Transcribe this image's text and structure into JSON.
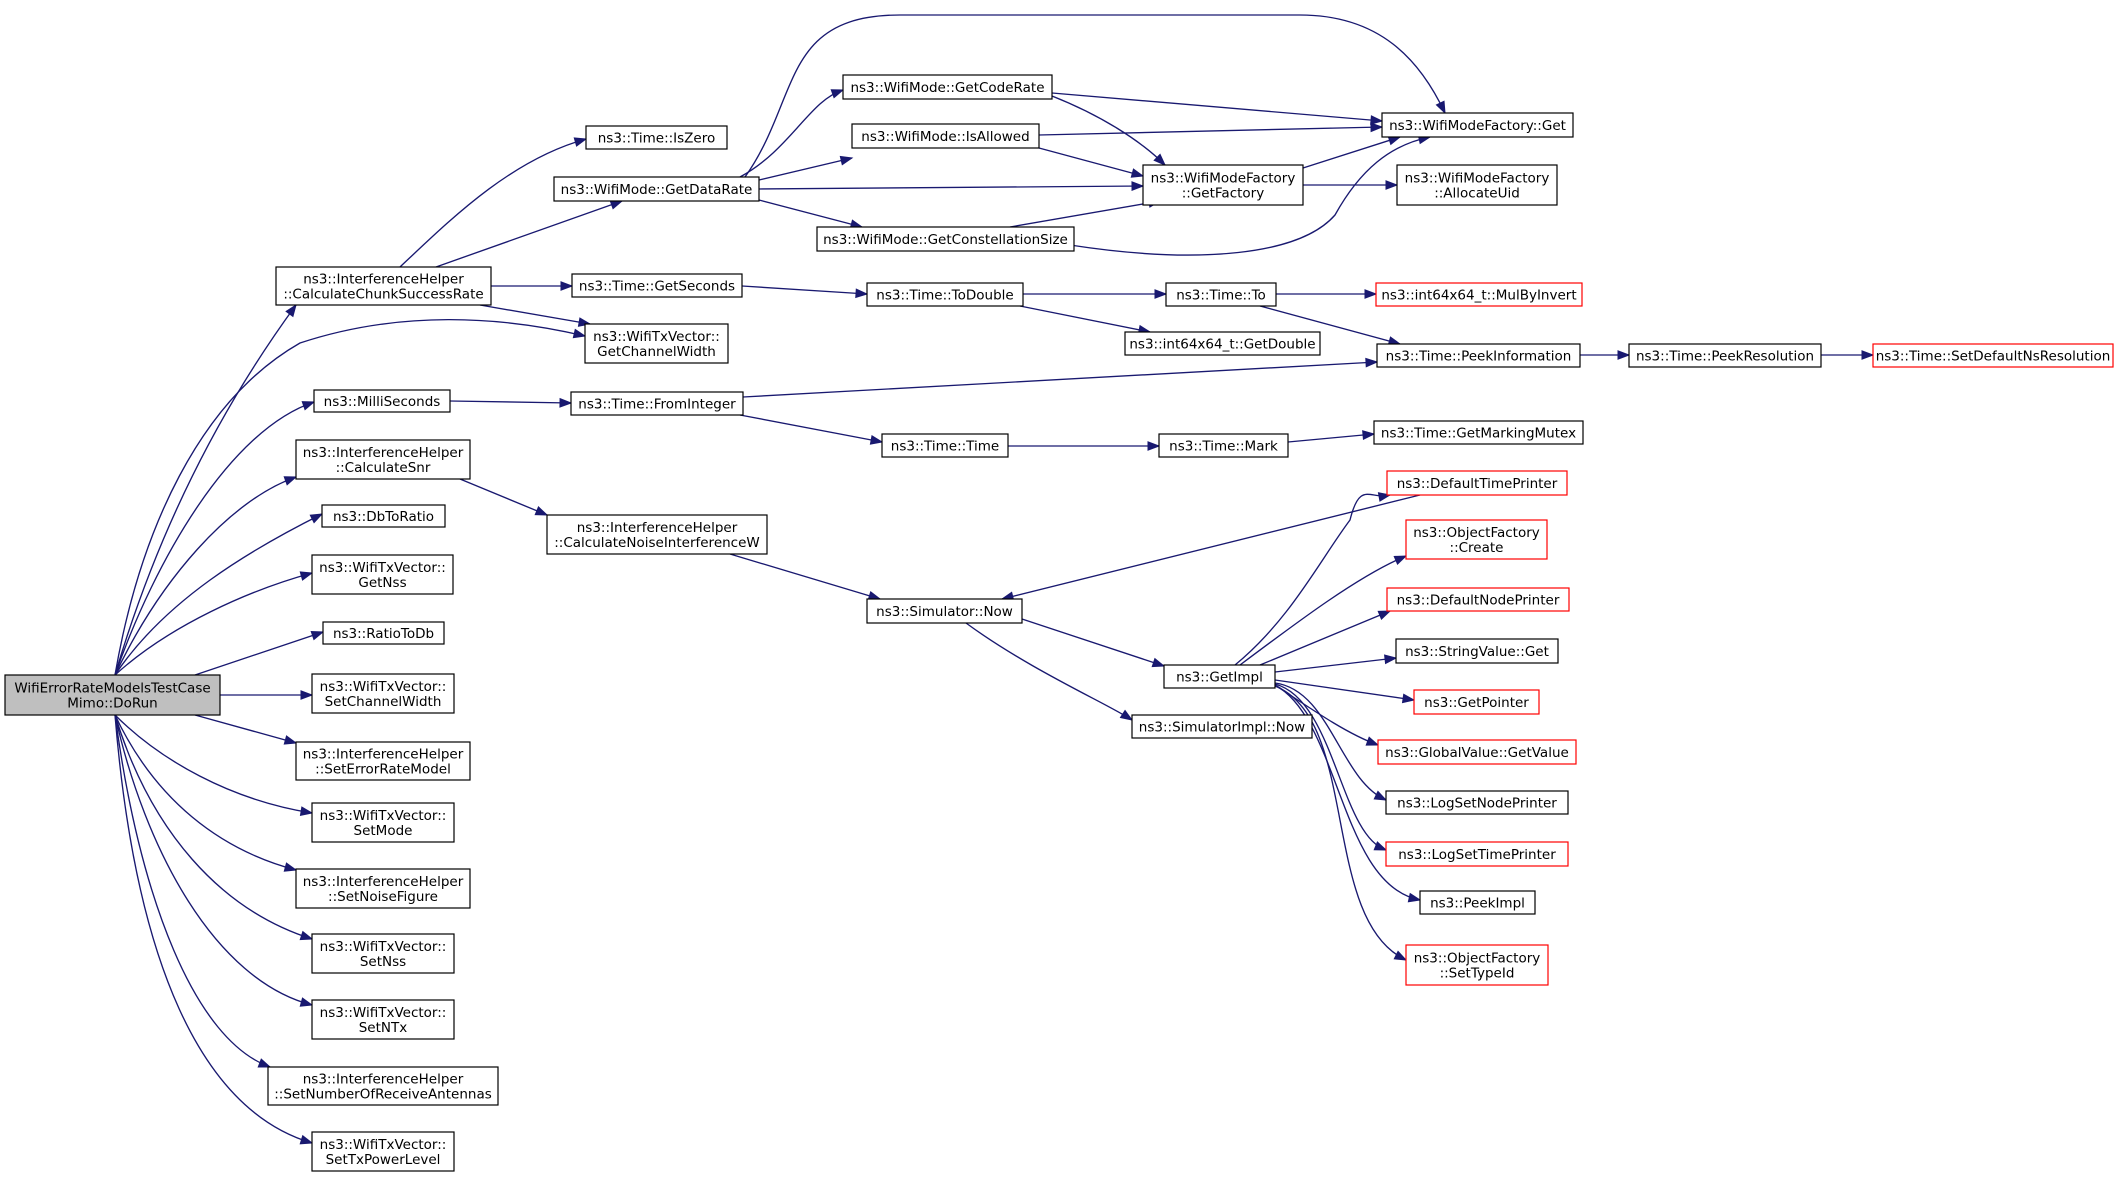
{
  "nodes": [
    {
      "id": "root",
      "lines": [
        "WifiErrorRateModelsTestCase",
        "Mimo::DoRun"
      ],
      "variant": "root"
    },
    {
      "id": "calcChunk",
      "lines": [
        "ns3::InterferenceHelper",
        "::CalculateChunkSuccessRate"
      ],
      "variant": "normal"
    },
    {
      "id": "getChannelWidth",
      "lines": [
        "ns3::WifiTxVector::",
        "GetChannelWidth"
      ],
      "variant": "normal"
    },
    {
      "id": "milliSeconds",
      "lines": [
        "ns3::MilliSeconds"
      ],
      "variant": "normal"
    },
    {
      "id": "calcSnr",
      "lines": [
        "ns3::InterferenceHelper",
        "::CalculateSnr"
      ],
      "variant": "normal"
    },
    {
      "id": "dbToRatio",
      "lines": [
        "ns3::DbToRatio"
      ],
      "variant": "normal"
    },
    {
      "id": "getNss",
      "lines": [
        "ns3::WifiTxVector::",
        "GetNss"
      ],
      "variant": "normal"
    },
    {
      "id": "ratioToDb",
      "lines": [
        "ns3::RatioToDb"
      ],
      "variant": "normal"
    },
    {
      "id": "setChannelWidth",
      "lines": [
        "ns3::WifiTxVector::",
        "SetChannelWidth"
      ],
      "variant": "normal"
    },
    {
      "id": "setErrorRateModel",
      "lines": [
        "ns3::InterferenceHelper",
        "::SetErrorRateModel"
      ],
      "variant": "normal"
    },
    {
      "id": "setMode",
      "lines": [
        "ns3::WifiTxVector::",
        "SetMode"
      ],
      "variant": "normal"
    },
    {
      "id": "setNoiseFigure",
      "lines": [
        "ns3::InterferenceHelper",
        "::SetNoiseFigure"
      ],
      "variant": "normal"
    },
    {
      "id": "setNss",
      "lines": [
        "ns3::WifiTxVector::",
        "SetNss"
      ],
      "variant": "normal"
    },
    {
      "id": "setNTx",
      "lines": [
        "ns3::WifiTxVector::",
        "SetNTx"
      ],
      "variant": "normal"
    },
    {
      "id": "setNumRx",
      "lines": [
        "ns3::InterferenceHelper",
        "::SetNumberOfReceiveAntennas"
      ],
      "variant": "normal"
    },
    {
      "id": "setTxPowerLevel",
      "lines": [
        "ns3::WifiTxVector::",
        "SetTxPowerLevel"
      ],
      "variant": "normal"
    },
    {
      "id": "isZero",
      "lines": [
        "ns3::Time::IsZero"
      ],
      "variant": "normal"
    },
    {
      "id": "getDataRate",
      "lines": [
        "ns3::WifiMode::GetDataRate"
      ],
      "variant": "normal"
    },
    {
      "id": "getSeconds",
      "lines": [
        "ns3::Time::GetSeconds"
      ],
      "variant": "normal"
    },
    {
      "id": "fromInteger",
      "lines": [
        "ns3::Time::FromInteger"
      ],
      "variant": "normal"
    },
    {
      "id": "calcNoise",
      "lines": [
        "ns3::InterferenceHelper",
        "::CalculateNoiseInterferenceW"
      ],
      "variant": "normal"
    },
    {
      "id": "getCodeRate",
      "lines": [
        "ns3::WifiMode::GetCodeRate"
      ],
      "variant": "normal"
    },
    {
      "id": "isAllowed",
      "lines": [
        "ns3::WifiMode::IsAllowed"
      ],
      "variant": "normal"
    },
    {
      "id": "getConstSize",
      "lines": [
        "ns3::WifiMode::GetConstellationSize"
      ],
      "variant": "normal"
    },
    {
      "id": "toDouble",
      "lines": [
        "ns3::Time::ToDouble"
      ],
      "variant": "normal"
    },
    {
      "id": "timeTime",
      "lines": [
        "ns3::Time::Time"
      ],
      "variant": "normal"
    },
    {
      "id": "simNow",
      "lines": [
        "ns3::Simulator::Now"
      ],
      "variant": "normal"
    },
    {
      "id": "getFactory",
      "lines": [
        "ns3::WifiModeFactory",
        "::GetFactory"
      ],
      "variant": "normal"
    },
    {
      "id": "timeTo",
      "lines": [
        "ns3::Time::To"
      ],
      "variant": "normal"
    },
    {
      "id": "getDouble",
      "lines": [
        "ns3::int64x64_t::GetDouble"
      ],
      "variant": "normal"
    },
    {
      "id": "timeMark",
      "lines": [
        "ns3::Time::Mark"
      ],
      "variant": "normal"
    },
    {
      "id": "getImpl",
      "lines": [
        "ns3::GetImpl"
      ],
      "variant": "normal"
    },
    {
      "id": "simImplNow",
      "lines": [
        "ns3::SimulatorImpl::Now"
      ],
      "variant": "normal"
    },
    {
      "id": "wmfGet",
      "lines": [
        "ns3::WifiModeFactory::Get"
      ],
      "variant": "normal"
    },
    {
      "id": "allocateUid",
      "lines": [
        "ns3::WifiModeFactory",
        "::AllocateUid"
      ],
      "variant": "normal"
    },
    {
      "id": "mulByInvert",
      "lines": [
        "ns3::int64x64_t::MulByInvert"
      ],
      "variant": "red"
    },
    {
      "id": "peekInfo",
      "lines": [
        "ns3::Time::PeekInformation"
      ],
      "variant": "normal"
    },
    {
      "id": "getMarkingMutex",
      "lines": [
        "ns3::Time::GetMarkingMutex"
      ],
      "variant": "normal"
    },
    {
      "id": "defTimePrinter",
      "lines": [
        "ns3::DefaultTimePrinter"
      ],
      "variant": "red"
    },
    {
      "id": "ofCreate",
      "lines": [
        "ns3::ObjectFactory",
        "::Create"
      ],
      "variant": "red"
    },
    {
      "id": "defNodePrinter",
      "lines": [
        "ns3::DefaultNodePrinter"
      ],
      "variant": "red"
    },
    {
      "id": "stringValueGet",
      "lines": [
        "ns3::StringValue::Get"
      ],
      "variant": "normal"
    },
    {
      "id": "getPointer",
      "lines": [
        "ns3::GetPointer"
      ],
      "variant": "red"
    },
    {
      "id": "gvGetValue",
      "lines": [
        "ns3::GlobalValue::GetValue"
      ],
      "variant": "red"
    },
    {
      "id": "logSetNode",
      "lines": [
        "ns3::LogSetNodePrinter"
      ],
      "variant": "normal"
    },
    {
      "id": "logSetTime",
      "lines": [
        "ns3::LogSetTimePrinter"
      ],
      "variant": "red"
    },
    {
      "id": "peekImpl",
      "lines": [
        "ns3::PeekImpl"
      ],
      "variant": "normal"
    },
    {
      "id": "ofSetTypeId",
      "lines": [
        "ns3::ObjectFactory",
        "::SetTypeId"
      ],
      "variant": "red"
    },
    {
      "id": "peekRes",
      "lines": [
        "ns3::Time::PeekResolution"
      ],
      "variant": "normal"
    },
    {
      "id": "setDefNsRes",
      "lines": [
        "ns3::Time::SetDefaultNsResolution"
      ],
      "variant": "red"
    }
  ],
  "edges": [
    [
      "root",
      "calcChunk"
    ],
    [
      "root",
      "getChannelWidth"
    ],
    [
      "root",
      "milliSeconds"
    ],
    [
      "root",
      "calcSnr"
    ],
    [
      "root",
      "dbToRatio"
    ],
    [
      "root",
      "getNss"
    ],
    [
      "root",
      "ratioToDb"
    ],
    [
      "root",
      "setChannelWidth"
    ],
    [
      "root",
      "setErrorRateModel"
    ],
    [
      "root",
      "setMode"
    ],
    [
      "root",
      "setNoiseFigure"
    ],
    [
      "root",
      "setNss"
    ],
    [
      "root",
      "setNTx"
    ],
    [
      "root",
      "setNumRx"
    ],
    [
      "root",
      "setTxPowerLevel"
    ],
    [
      "calcChunk",
      "isZero"
    ],
    [
      "calcChunk",
      "getDataRate"
    ],
    [
      "calcChunk",
      "getSeconds"
    ],
    [
      "calcChunk",
      "getChannelWidth"
    ],
    [
      "getDataRate",
      "getCodeRate"
    ],
    [
      "getDataRate",
      "isAllowed"
    ],
    [
      "getDataRate",
      "getFactory"
    ],
    [
      "getDataRate",
      "getConstSize"
    ],
    [
      "getDataRate",
      "wmfGet"
    ],
    [
      "getCodeRate",
      "wmfGet"
    ],
    [
      "getCodeRate",
      "getFactory"
    ],
    [
      "isAllowed",
      "wmfGet"
    ],
    [
      "isAllowed",
      "getFactory"
    ],
    [
      "getConstSize",
      "getFactory"
    ],
    [
      "getConstSize",
      "wmfGet"
    ],
    [
      "getFactory",
      "wmfGet"
    ],
    [
      "getFactory",
      "allocateUid"
    ],
    [
      "getSeconds",
      "toDouble"
    ],
    [
      "toDouble",
      "timeTo"
    ],
    [
      "toDouble",
      "getDouble"
    ],
    [
      "timeTo",
      "mulByInvert"
    ],
    [
      "timeTo",
      "peekInfo"
    ],
    [
      "peekInfo",
      "peekRes"
    ],
    [
      "peekRes",
      "setDefNsRes"
    ],
    [
      "milliSeconds",
      "fromInteger"
    ],
    [
      "fromInteger",
      "peekInfo"
    ],
    [
      "fromInteger",
      "timeTime"
    ],
    [
      "timeTime",
      "timeMark"
    ],
    [
      "timeMark",
      "getMarkingMutex"
    ],
    [
      "calcSnr",
      "calcNoise"
    ],
    [
      "calcNoise",
      "simNow"
    ],
    [
      "simNow",
      "getImpl"
    ],
    [
      "simNow",
      "simImplNow"
    ],
    [
      "getImpl",
      "defTimePrinter"
    ],
    [
      "getImpl",
      "ofCreate"
    ],
    [
      "getImpl",
      "defNodePrinter"
    ],
    [
      "getImpl",
      "stringValueGet"
    ],
    [
      "getImpl",
      "getPointer"
    ],
    [
      "getImpl",
      "gvGetValue"
    ],
    [
      "getImpl",
      "logSetNode"
    ],
    [
      "getImpl",
      "logSetTime"
    ],
    [
      "getImpl",
      "peekImpl"
    ],
    [
      "getImpl",
      "ofSetTypeId"
    ],
    [
      "defTimePrinter",
      "simNow"
    ]
  ],
  "colors": {
    "edge": "#191970",
    "border_normal": "#000000",
    "border_red": "#ff0000",
    "root_fill": "#bfbfbf",
    "node_fill": "#ffffff"
  }
}
